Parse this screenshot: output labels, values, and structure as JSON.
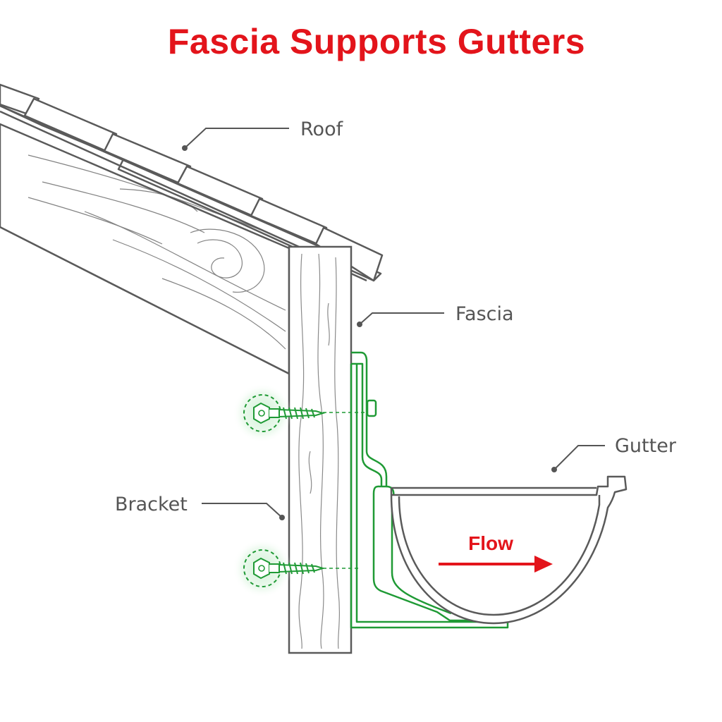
{
  "title": "Fascia Supports Gutters",
  "labels": {
    "roof": "Roof",
    "fascia": "Fascia",
    "gutter": "Gutter",
    "bracket": "Bracket",
    "flow": "Flow"
  },
  "colors": {
    "title": "#e3141b",
    "outline": "#5a5a5a",
    "leader": "#555555",
    "label": "#555555",
    "bracket": "#1f9a35",
    "flow": "#e3141b"
  },
  "icons": {
    "screw": "screw-icon",
    "flow_arrow": "arrow-right-icon"
  }
}
